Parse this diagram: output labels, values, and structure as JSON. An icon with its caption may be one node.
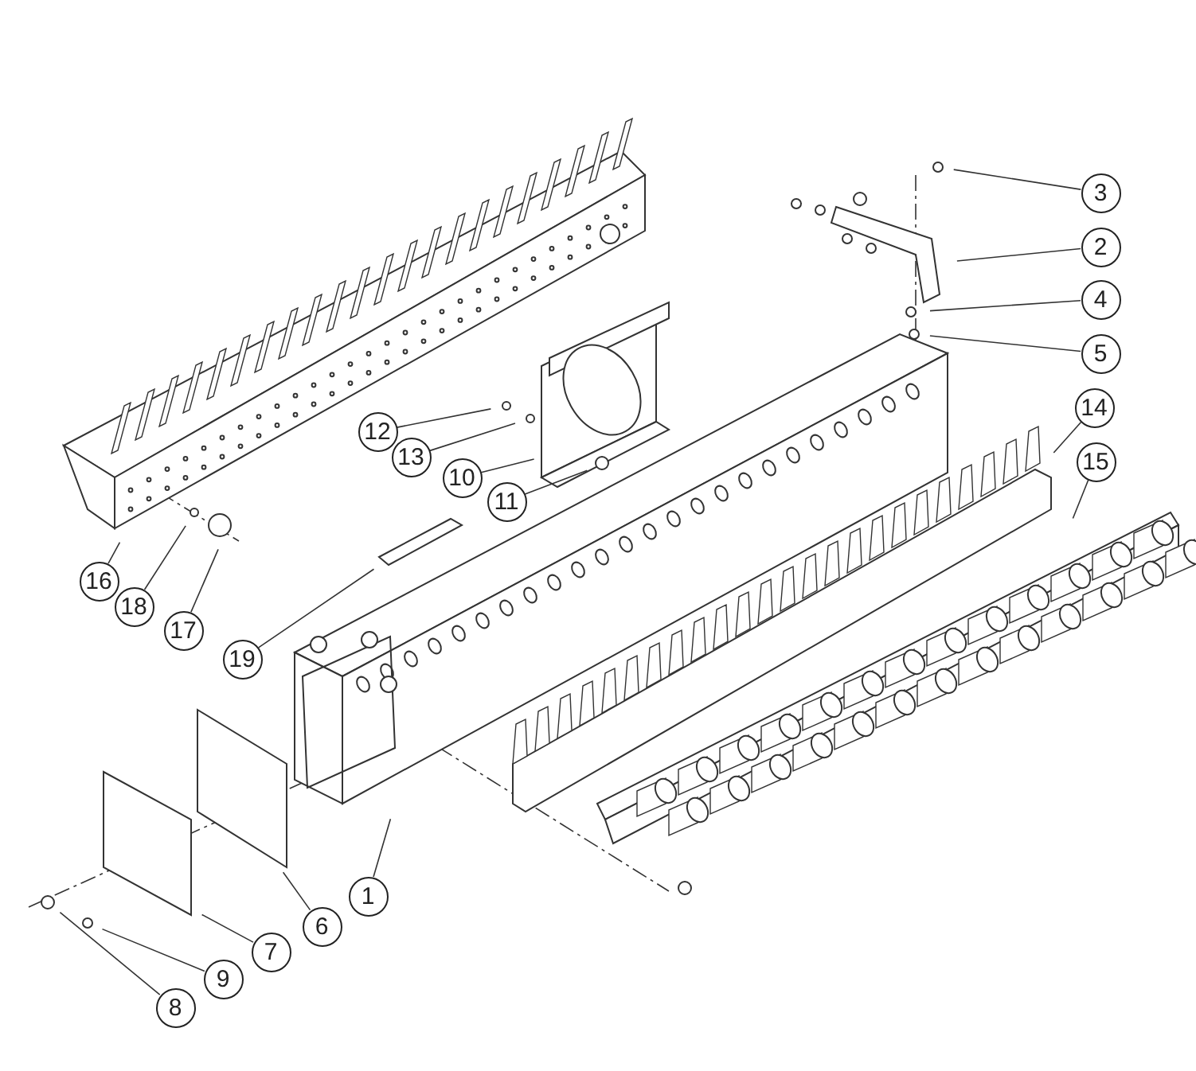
{
  "diagram": {
    "nodes": [
      {
        "text": [
          "3"
        ]
      },
      {
        "text": [
          "2"
        ]
      },
      {
        "text": [
          "4"
        ]
      },
      {
        "text": [
          "5"
        ]
      },
      {
        "text": [
          "12"
        ]
      },
      {
        "text": [
          "14"
        ]
      },
      {
        "text": [
          "13"
        ]
      },
      {
        "text": [
          "10"
        ]
      },
      {
        "text": [
          "11"
        ]
      },
      {
        "text": [
          "15"
        ]
      },
      {
        "text": [
          "16"
        ]
      },
      {
        "text": [
          "18"
        ]
      },
      {
        "text": [
          "17"
        ]
      },
      {
        "text": [
          "19"
        ]
      },
      {
        "text": [
          "1"
        ]
      },
      {
        "text": [
          "6"
        ]
      },
      {
        "text": [
          "7"
        ]
      },
      {
        "text": [
          "9"
        ]
      },
      {
        "text": [
          "8"
        ]
      }
    ],
    "edges": [
      {
        "from": 0,
        "to": null,
        "arrow": "none"
      },
      {
        "from": 1,
        "to": null,
        "arrow": "none"
      },
      {
        "from": 2,
        "to": null,
        "arrow": "none"
      },
      {
        "from": 3,
        "to": null,
        "arrow": "none"
      },
      {
        "from": 4,
        "to": null,
        "arrow": "none"
      },
      {
        "from": 5,
        "to": null,
        "arrow": "none"
      },
      {
        "from": 6,
        "to": null,
        "arrow": "none"
      },
      {
        "from": 7,
        "to": null,
        "arrow": "none"
      },
      {
        "from": 8,
        "to": null,
        "arrow": "none"
      },
      {
        "from": 9,
        "to": null,
        "arrow": "none"
      },
      {
        "from": 10,
        "to": null,
        "arrow": "none"
      },
      {
        "from": 11,
        "to": null,
        "arrow": "none"
      },
      {
        "from": 12,
        "to": null,
        "arrow": "none"
      },
      {
        "from": 13,
        "to": null,
        "arrow": "none"
      },
      {
        "from": 14,
        "to": null,
        "arrow": "none"
      },
      {
        "from": 15,
        "to": null,
        "arrow": "none"
      },
      {
        "from": 16,
        "to": null,
        "arrow": "none"
      },
      {
        "from": 17,
        "to": null,
        "arrow": "none"
      },
      {
        "from": 18,
        "to": null,
        "arrow": "none"
      }
    ]
  }
}
